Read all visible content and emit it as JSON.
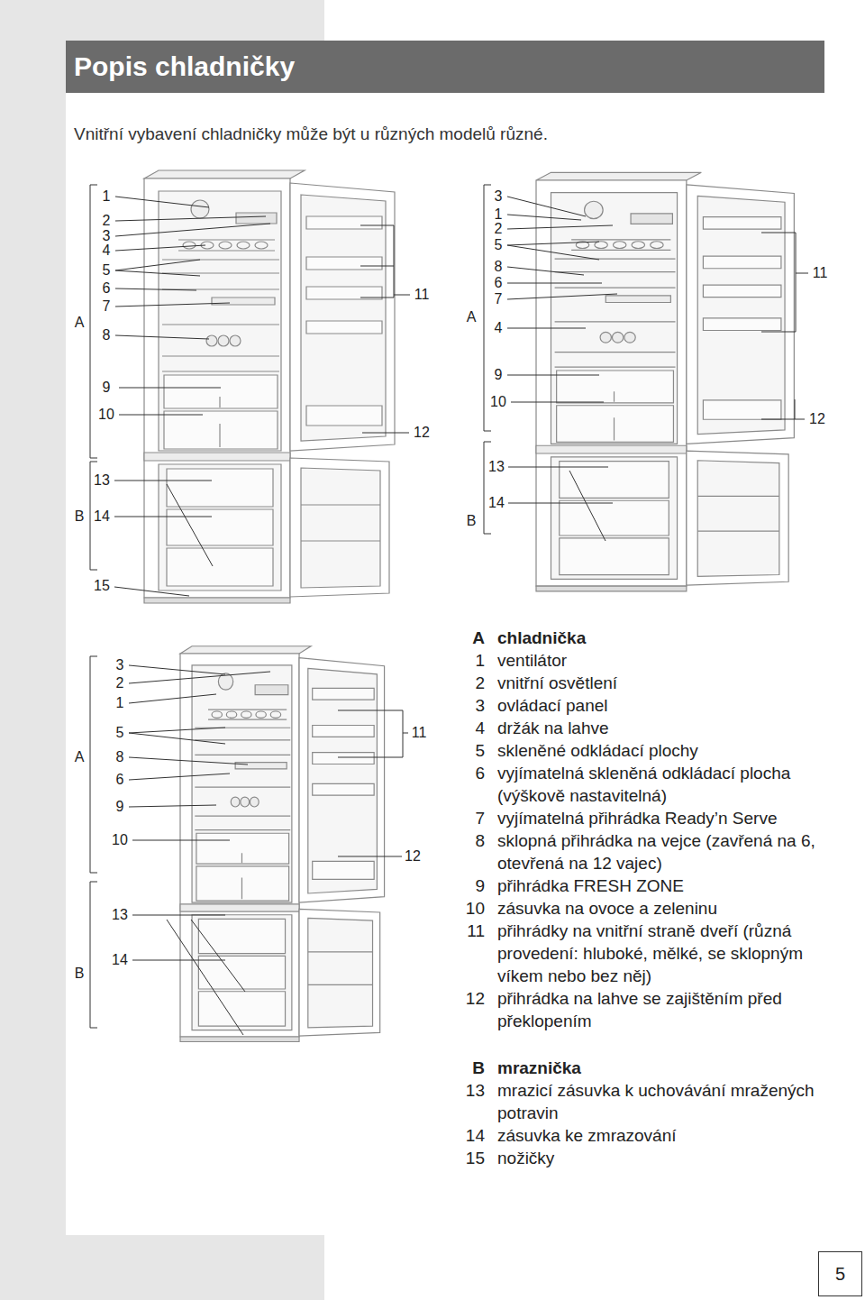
{
  "diagram": {
    "title": "Popis chladničky",
    "nodes": [
      {
        "text": [
          "5"
        ]
      }
    ],
    "labels": [
      "Vnitřní vybavení chladničky může být u různých modelů různé.",
      "1",
      "2",
      "3",
      "4",
      "5",
      "6",
      "7",
      "A",
      "8",
      "9",
      "10",
      "13",
      "B",
      "14",
      "15",
      "11",
      "12",
      "3",
      "1",
      "2",
      "5",
      "8",
      "6",
      "7",
      "A",
      "4",
      "9",
      "10",
      "13",
      "B",
      "14",
      "11",
      "12",
      "3",
      "2",
      "1",
      "5",
      "A",
      "8",
      "6",
      "9",
      "10",
      "13",
      "B",
      "14",
      "11",
      "12",
      "A",
      "chladnička",
      "1",
      "ventilátor",
      "2",
      "vnitřní osvětlení",
      "3",
      "ovládací panel",
      "4",
      "držák na lahve",
      "5",
      "skleněné odkládací plochy",
      "6",
      "vyjímatelná skleněná odkládací plocha (výškově nastavitelná)",
      "7",
      "vyjímatelná přihrádka Ready’n Serve",
      "8",
      "sklopná přihrádka na vejce (zavřená na 6, otevřená na 12 vajec)",
      "9",
      "přihrádka FRESH ZONE",
      "10",
      "zásuvka na ovoce a zeleninu",
      "11",
      "přihrádky na vnitřní straně dveří (různá provedení: hluboké, mělké, se sklopným víkem nebo bez něj)",
      "12",
      "přihrádka na lahve se zajištěním před překlopením",
      "B",
      "mraznička",
      "13",
      "mrazicí zásuvka k uchovávání mražených potravin",
      "14",
      "zásuvka ke zmrazování",
      "15",
      "nožičky"
    ]
  }
}
